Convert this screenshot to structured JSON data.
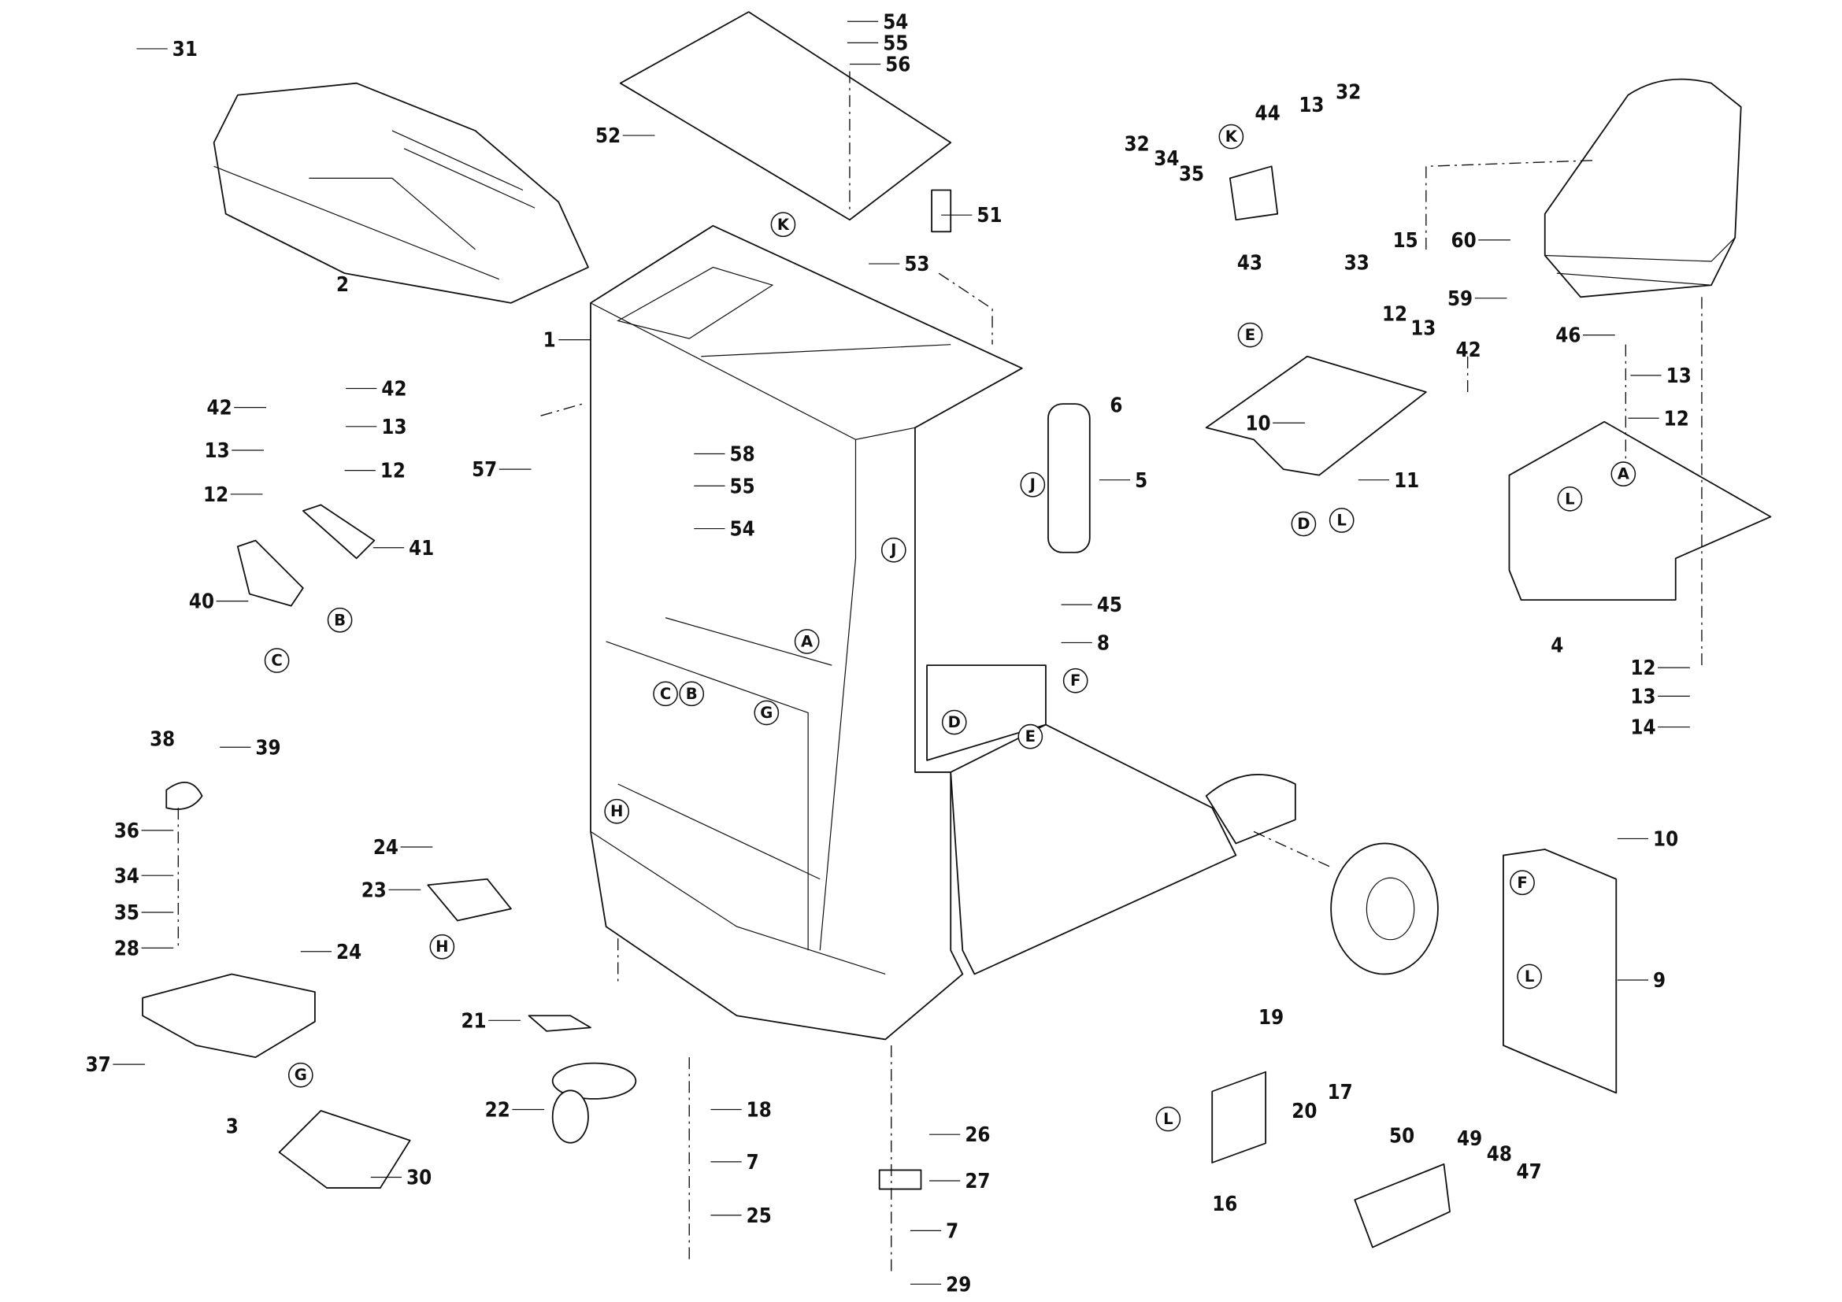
{
  "diagram": {
    "callouts": [
      "31",
      "2",
      "54",
      "55",
      "56",
      "52",
      "51",
      "53",
      "1",
      "57",
      "58",
      "55",
      "54",
      "6",
      "5",
      "42",
      "42",
      "13",
      "13",
      "12",
      "12",
      "41",
      "40",
      "45",
      "8",
      "32",
      "34",
      "35",
      "44",
      "13",
      "32",
      "43",
      "33",
      "15",
      "60",
      "59",
      "12",
      "13",
      "42",
      "10",
      "11",
      "46",
      "13",
      "12",
      "4",
      "12",
      "13",
      "14",
      "38",
      "39",
      "36",
      "34",
      "35",
      "28",
      "24",
      "23",
      "24",
      "37",
      "3",
      "30",
      "21",
      "22",
      "18",
      "7",
      "25",
      "26",
      "27",
      "7",
      "29",
      "10",
      "9",
      "19",
      "20",
      "17",
      "16",
      "50",
      "49",
      "48",
      "47"
    ],
    "reference_letters": [
      "K",
      "K",
      "E",
      "D",
      "L",
      "A",
      "L",
      "J",
      "J",
      "B",
      "C",
      "A",
      "C",
      "B",
      "G",
      "F",
      "D",
      "E",
      "H",
      "H",
      "G",
      "F",
      "L",
      "L"
    ]
  }
}
